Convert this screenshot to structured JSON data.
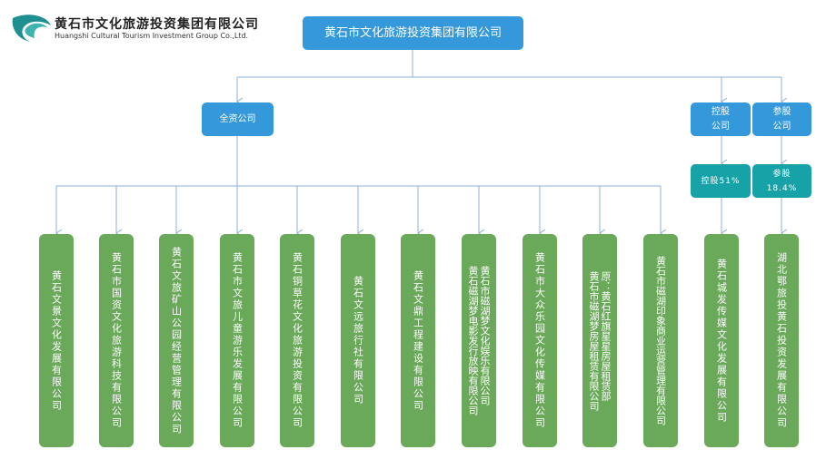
{
  "logo": {
    "cn": "黄石市文化旅游投资集团有限公司",
    "en": "Huangshi Cultural Tourism Investment Group Co.,Ltd."
  },
  "root": "黄石市文化旅游投资集团有限公司",
  "categories": {
    "wholly": "全资公司",
    "holding": "控股\n公司",
    "participating": "参股\n公司"
  },
  "shares": {
    "holding": "控股51%",
    "participating": "参股\n18.4%"
  },
  "companies": [
    "黄石文景文化发展有限公司",
    "黄石市国资文化旅游科技有限公司",
    "黄石文旅矿山公园经营管理有限公司",
    "黄石市文旅儿童游乐发展有限公司",
    "黄石铜草花文化旅游投资有限公司",
    "黄石文远旅行社有限公司",
    "黄石文鼎工程建设有限公司",
    "黄石市磁湖梦文化娱乐有限公司\n黄石磁湖梦电影发行放映有限公司",
    "黄石市大众乐园文化传媒有限公司",
    "原：黄石红旗星星房屋租赁部\n黄石市磁湖梦房屋租赁有限公司",
    "黄石市磁湖印象商业运营管理有限公司",
    "黄石城发传媒文化发展有限公司",
    "湖北鄂旅投黄石投资发展有限公司"
  ]
}
